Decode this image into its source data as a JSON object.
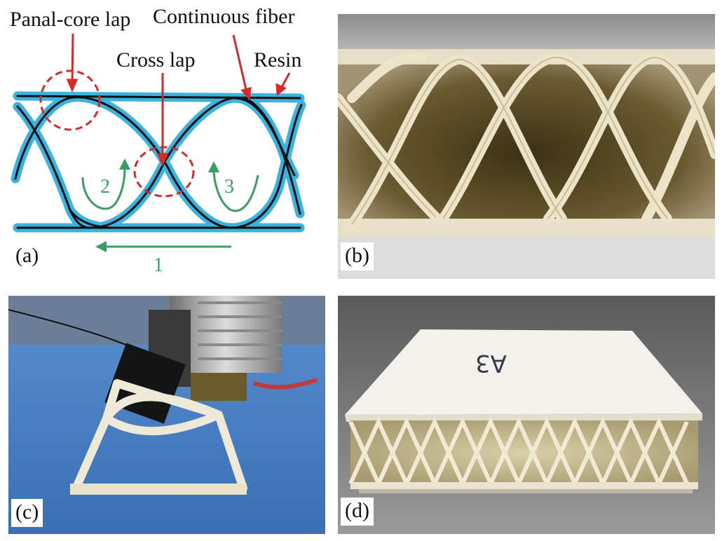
{
  "panel_a": {
    "label": "(a)",
    "annotations": {
      "panel_core_lap": "Panal-core lap",
      "continuous_fiber": "Continuous fiber",
      "cross_lap": "Cross lap",
      "resin": "Resin"
    },
    "step_labels": {
      "step1": "1",
      "step2": "2",
      "step3": "3"
    },
    "colors": {
      "resin": "#3ab3e0",
      "fiber": "#111111",
      "callout": "#d42a2a",
      "path_arrow": "#3a9d63"
    }
  },
  "panel_b": {
    "label": "(b)"
  },
  "panel_c": {
    "label": "(c)"
  },
  "panel_d": {
    "label": "(d)",
    "marking": "A3"
  }
}
